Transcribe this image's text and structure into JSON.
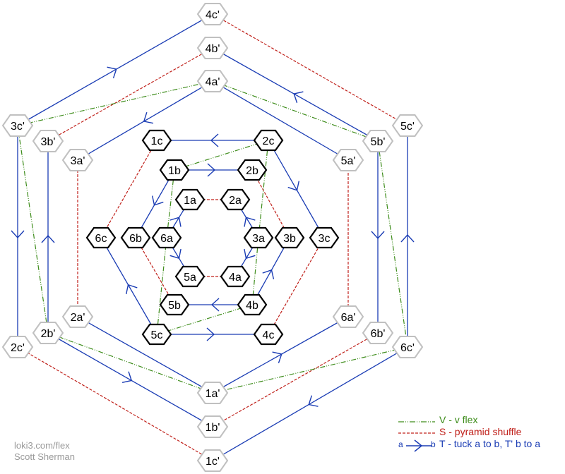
{
  "colors": {
    "v": "#3d8c1a",
    "s": "#c0201a",
    "t": "#1a3cb4",
    "inner_node": "#000000",
    "outer_node": "#c0c0c0"
  },
  "inner_nodes": [
    "1a",
    "2a",
    "3a",
    "4a",
    "5a",
    "6a",
    "1b",
    "2b",
    "3b",
    "4b",
    "5b",
    "6b",
    "1c",
    "2c",
    "3c",
    "4c",
    "5c",
    "6c"
  ],
  "outer_nodes": [
    "1a'",
    "2a'",
    "3a'",
    "4a'",
    "5a'",
    "6a'",
    "1b'",
    "2b'",
    "3b'",
    "4b'",
    "5b'",
    "6b'",
    "1c'",
    "2c'",
    "3c'",
    "4c'",
    "5c'",
    "6c'"
  ],
  "edges": [
    {
      "type": "s",
      "from": "1a",
      "to": "2a"
    },
    {
      "type": "t",
      "from": "3a",
      "to": "2a",
      "arrow": true
    },
    {
      "type": "t",
      "from": "3a",
      "to": "4a",
      "arrow": true
    },
    {
      "type": "s",
      "from": "4a",
      "to": "5a"
    },
    {
      "type": "t",
      "from": "6a",
      "to": "5a",
      "arrow": true
    },
    {
      "type": "t",
      "from": "6a",
      "to": "1a",
      "arrow": true
    },
    {
      "type": "t",
      "from": "1b",
      "to": "2b",
      "arrow": true
    },
    {
      "type": "s",
      "from": "2b",
      "to": "3b"
    },
    {
      "type": "t",
      "from": "4b",
      "to": "3b",
      "arrow": true
    },
    {
      "type": "t",
      "from": "4b",
      "to": "5b",
      "arrow": true
    },
    {
      "type": "s",
      "from": "5b",
      "to": "6b"
    },
    {
      "type": "t",
      "from": "1b",
      "to": "6b",
      "arrow": true
    },
    {
      "type": "t",
      "from": "2c",
      "to": "1c",
      "arrow": true
    },
    {
      "type": "t",
      "from": "2c",
      "to": "3c",
      "arrow": true
    },
    {
      "type": "s",
      "from": "3c",
      "to": "4c"
    },
    {
      "type": "t",
      "from": "5c",
      "to": "4c",
      "arrow": true
    },
    {
      "type": "t",
      "from": "5c",
      "to": "6c",
      "arrow": true
    },
    {
      "type": "s",
      "from": "6c",
      "to": "1c"
    },
    {
      "type": "v",
      "from": "1b",
      "to": "2c"
    },
    {
      "type": "v",
      "from": "2c",
      "to": "3a"
    },
    {
      "type": "v",
      "from": "3a",
      "to": "4b"
    },
    {
      "type": "v",
      "from": "4b",
      "to": "5c"
    },
    {
      "type": "v",
      "from": "5c",
      "to": "6a"
    },
    {
      "type": "v",
      "from": "6a",
      "to": "1b"
    },
    {
      "type": "t",
      "from": "1a'",
      "to": "2a'",
      "arrow": false
    },
    {
      "type": "s",
      "from": "2a'",
      "to": "3a'"
    },
    {
      "type": "t",
      "from": "4a'",
      "to": "3a'",
      "arrow": true
    },
    {
      "type": "t",
      "from": "5a'",
      "to": "4a'",
      "arrow": false
    },
    {
      "type": "s",
      "from": "5a'",
      "to": "6a'"
    },
    {
      "type": "t",
      "from": "1a'",
      "to": "6a'",
      "arrow": true
    },
    {
      "type": "t",
      "from": "2b'",
      "to": "1b'",
      "arrow": true
    },
    {
      "type": "t",
      "from": "2b'",
      "to": "3b'",
      "arrow": true
    },
    {
      "type": "s",
      "from": "3b'",
      "to": "4b'"
    },
    {
      "type": "t",
      "from": "5b'",
      "to": "4b'",
      "arrow": true
    },
    {
      "type": "t",
      "from": "5b'",
      "to": "6b'",
      "arrow": true
    },
    {
      "type": "s",
      "from": "6b'",
      "to": "1b'"
    },
    {
      "type": "s",
      "from": "1c'",
      "to": "2c'"
    },
    {
      "type": "t",
      "from": "3c'",
      "to": "2c'",
      "arrow": true
    },
    {
      "type": "t",
      "from": "3c'",
      "to": "4c'",
      "arrow": true
    },
    {
      "type": "s",
      "from": "4c'",
      "to": "5c'"
    },
    {
      "type": "t",
      "from": "6c'",
      "to": "5c'",
      "arrow": true
    },
    {
      "type": "t",
      "from": "6c'",
      "to": "1c'",
      "arrow": true
    },
    {
      "type": "v",
      "from": "3c'",
      "to": "4a'"
    },
    {
      "type": "v",
      "from": "4a'",
      "to": "5b'"
    },
    {
      "type": "v",
      "from": "5b'",
      "to": "6c'"
    },
    {
      "type": "v",
      "from": "6c'",
      "to": "1a'"
    },
    {
      "type": "v",
      "from": "1a'",
      "to": "2b'"
    },
    {
      "type": "v",
      "from": "2b'",
      "to": "3c'"
    }
  ],
  "legend": {
    "v": "V - v flex",
    "s": "S - pyramid shuffle",
    "t": "T - tuck a to b, T' b to a",
    "t_a": "a",
    "t_b": "b"
  },
  "credits": {
    "site": "loki3.com/flex",
    "author": "Scott Sherman"
  }
}
